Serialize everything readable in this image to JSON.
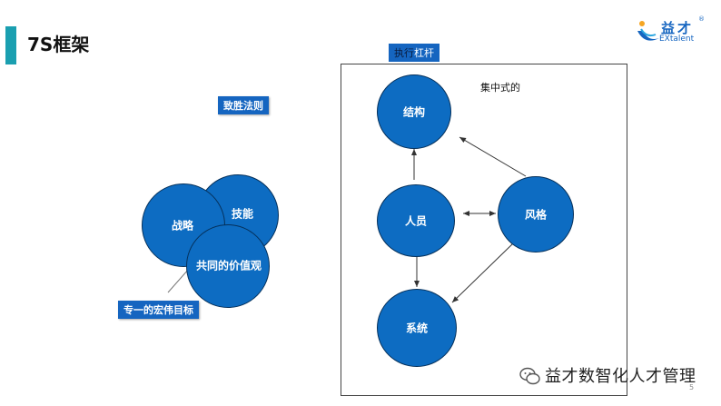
{
  "slide": {
    "title": "7S框架",
    "page_number": "5"
  },
  "logo": {
    "text_cn": "益才",
    "text_en": "EXtalent",
    "reg": "®"
  },
  "left_diagram": {
    "label_top": "致胜法则",
    "label_bottom": "专一的宏伟目标",
    "circles": {
      "strategy": "战略",
      "skills": "技能",
      "shared_values": "共同的价值观"
    }
  },
  "right_diagram": {
    "lever_label_a": "执行",
    "lever_label_b": "杠杆",
    "centralized_label": "集中式的",
    "nodes": {
      "structure": "结构",
      "people": "人员",
      "style": "风格",
      "systems": "系统"
    }
  },
  "footer": {
    "watermark": "益才数智化人才管理"
  },
  "colors": {
    "node_fill": "#0d6cc2",
    "label_fill": "#1565c0",
    "accent": "#1a9fb0"
  }
}
